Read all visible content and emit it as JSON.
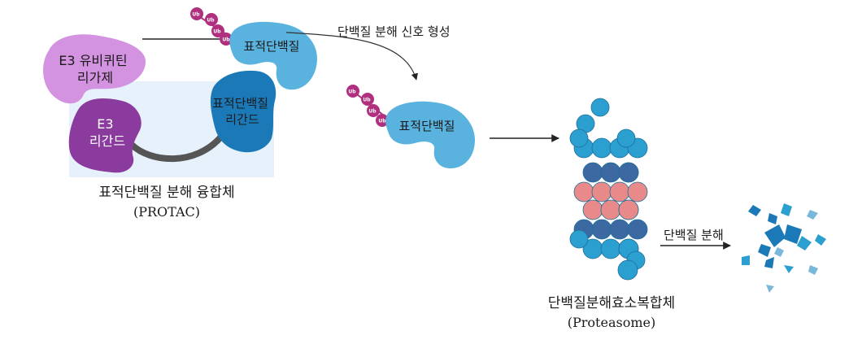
{
  "labels": {
    "e3_ligase_line1": "E3 유비퀴틴",
    "e3_ligase_line2": "리가제",
    "e3_ligand_line1": "E3",
    "e3_ligand_line2": "리간드",
    "target_ligand_line1": "표적단백질",
    "target_ligand_line2": "리간드",
    "target_protein": "표적단백질",
    "target_protein_tagged": "표적단백질",
    "ub": "Ub",
    "signal": "단백질 분해 신호 형성",
    "protac_korean": "표적단백질 분해 융합체",
    "protac_english": "(PROTAC)",
    "proteasome_korean": "단백질분해효소복합체",
    "proteasome_english": "(Proteasome)",
    "degradation": "단백질 분해"
  },
  "colors": {
    "ligase": "#d493e0",
    "e3_ligand": "#8b3a9e",
    "target_ligand": "#1b79b8",
    "target_protein": "#5ab2df",
    "linker": "#555555",
    "ub": "#b0307f",
    "proteasome_cyan": "#2a9fd0",
    "proteasome_dark": "#3d69a3",
    "proteasome_pink": "#e98a8a",
    "protac_box": "#e6f1fb"
  }
}
